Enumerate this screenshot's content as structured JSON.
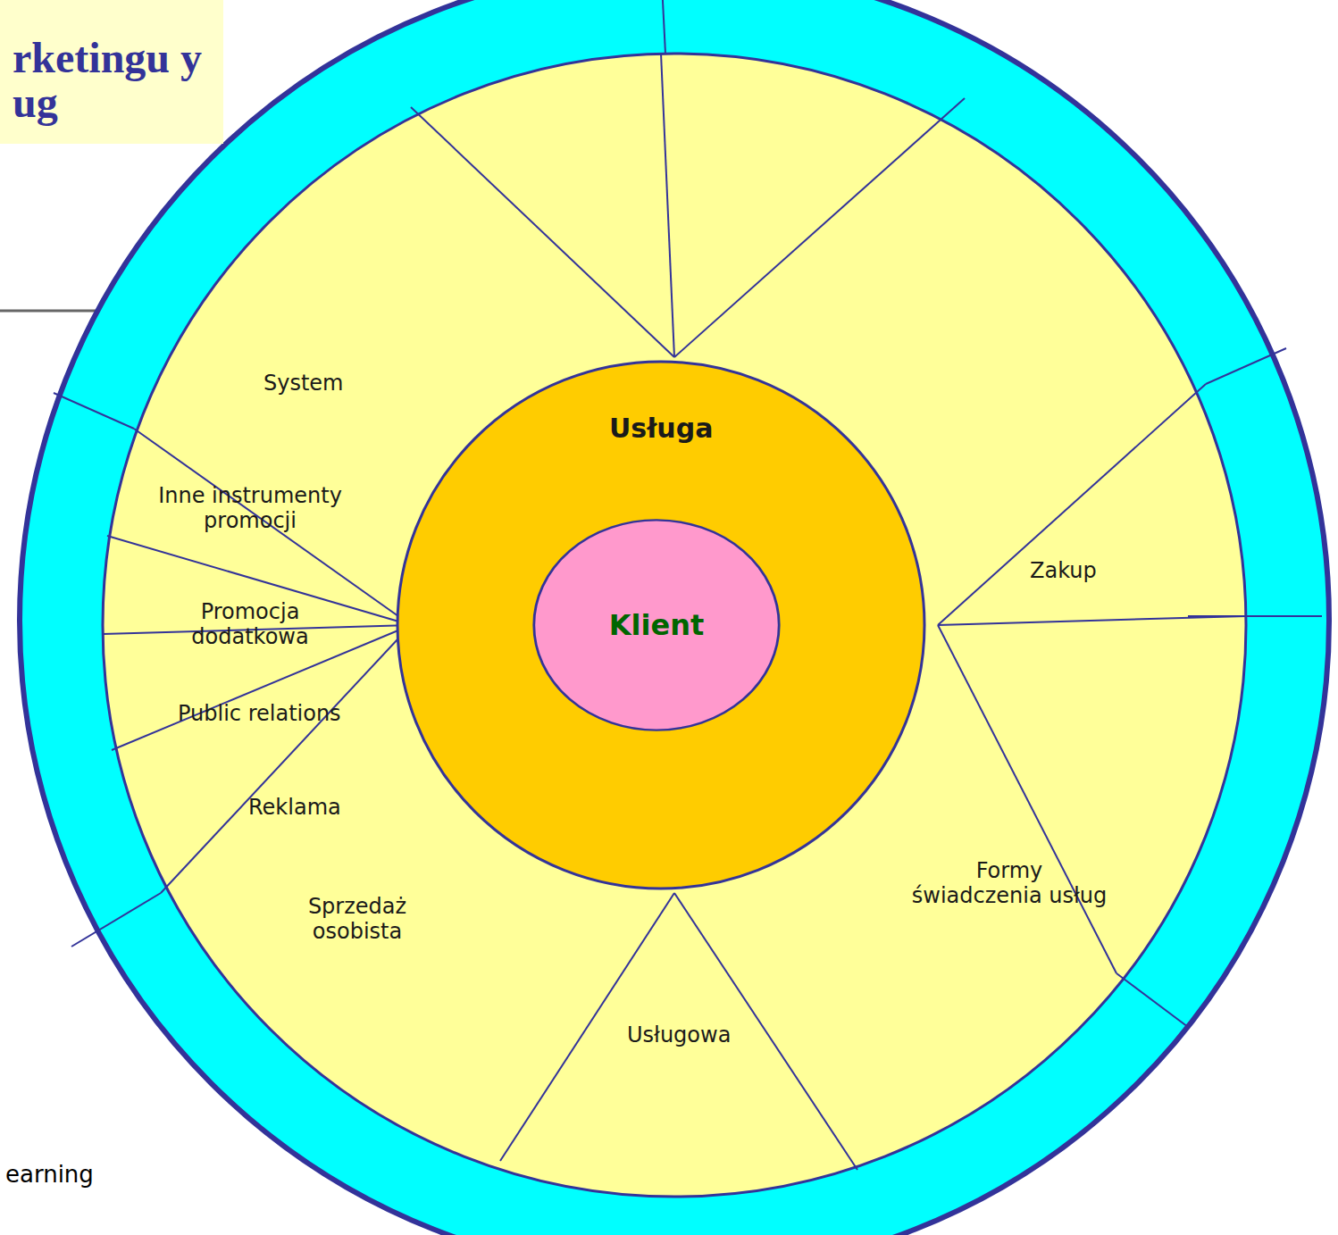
{
  "diagram": {
    "title": "rketingu y ug",
    "nodes": [
      {
        "text": [
          "Klient"
        ]
      },
      {
        "text": [
          "Usługa"
        ]
      },
      {
        "text": [
          "System"
        ]
      },
      {
        "text": [
          "Inne instrumenty promocji"
        ]
      },
      {
        "text": [
          "Promocja dodatkowa"
        ]
      },
      {
        "text": [
          "Public relations"
        ]
      },
      {
        "text": [
          "Reklama"
        ]
      },
      {
        "text": [
          "Sprzedaż osobista"
        ]
      },
      {
        "text": [
          "Usługowa"
        ]
      },
      {
        "text": [
          "Formy świadczenia usług"
        ]
      },
      {
        "text": [
          "Zakup"
        ]
      }
    ],
    "labels": [
      "earning"
    ]
  }
}
